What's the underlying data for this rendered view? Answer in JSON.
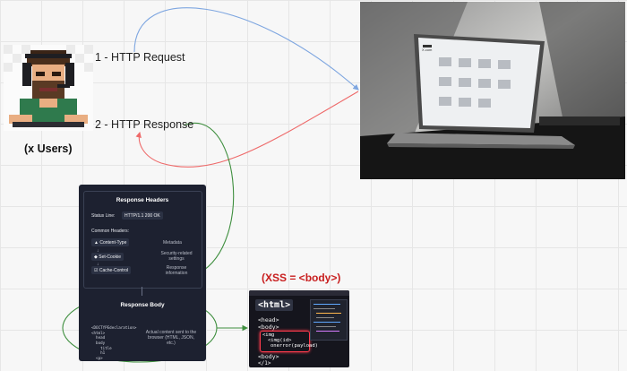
{
  "diagram": {
    "request_label": "1 - HTTP Request",
    "response_label": "2 - HTTP Response",
    "users_label": "(x Users)",
    "xss_label": "(XSS = <body>)",
    "colors": {
      "request": "#7ea6e0",
      "response": "#ee6a6a",
      "flow": "#3f8f3f",
      "xss": "#c81e1e"
    }
  },
  "laptop_screen": {
    "site_logo": "X.com"
  },
  "panel": {
    "headers_title": "Response Headers",
    "status_label": "Status Line:",
    "status_value": "HTTP/1.1 200 OK",
    "common_headers": "Common Headers:",
    "headers": [
      {
        "name": "Content-Type",
        "desc": "Metadata",
        "icon": "document-icon"
      },
      {
        "name": "Set-Cookie",
        "desc": "Security-related settings",
        "icon": "shield-icon"
      },
      {
        "name": "Cache-Control",
        "desc": "Response information",
        "icon": "checkbox-icon"
      }
    ],
    "body_title": "Response Body",
    "body_code": [
      "<DOCTYPEdeclaration>",
      "<html>",
      "  head",
      "  body",
      "    title",
      "    h1",
      "  <p>"
    ],
    "body_desc": "Actual content sent to the browser (HTML, JSON, etc.)"
  },
  "code_image": {
    "html_tag": "<html>",
    "lines": [
      "<head>",
      "<body>",
      "<img",
      "<img(id>",
      "onerror(payload)",
      "<body>",
      "</1>"
    ]
  }
}
